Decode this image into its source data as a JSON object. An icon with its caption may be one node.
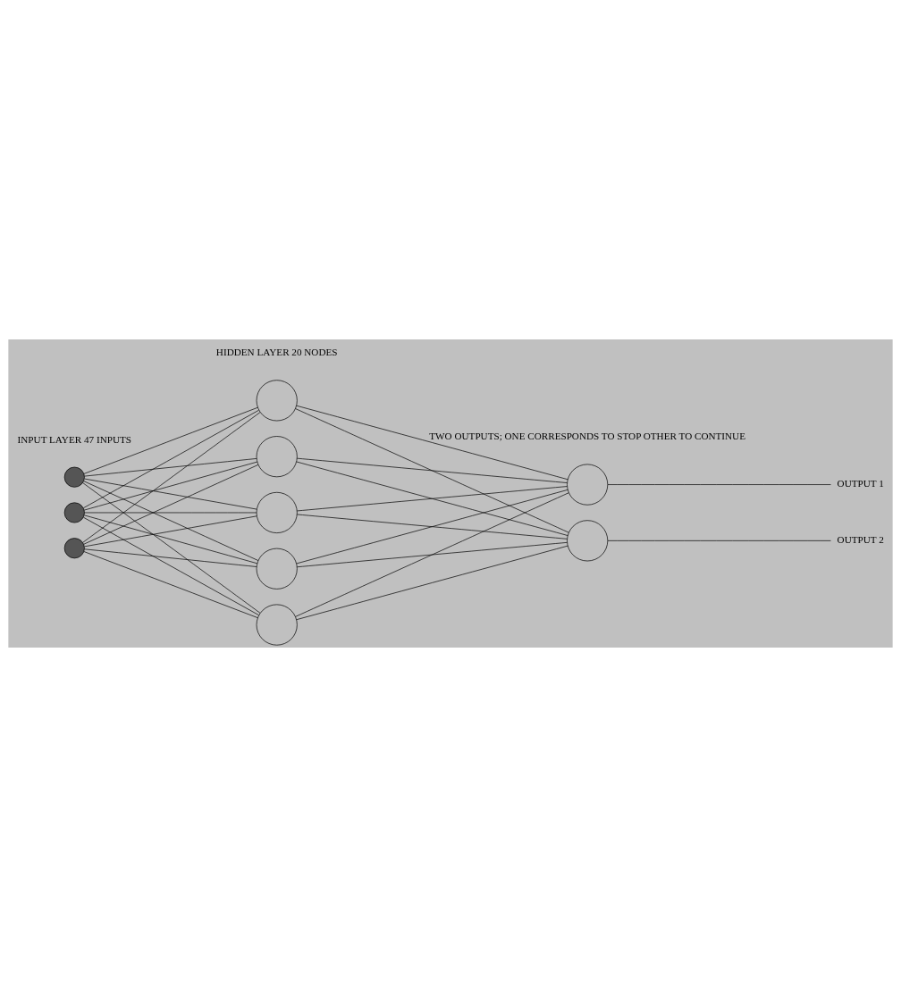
{
  "diagram": {
    "nodes": [
      {
        "text": [],
        "shape": "circle"
      },
      {
        "text": [],
        "shape": "circle"
      },
      {
        "text": [],
        "shape": "circle"
      },
      {
        "text": [],
        "shape": "circle"
      },
      {
        "text": [],
        "shape": "circle"
      },
      {
        "text": [],
        "shape": "circle"
      },
      {
        "text": [],
        "shape": "circle"
      },
      {
        "text": [],
        "shape": "circle"
      },
      {
        "text": [],
        "shape": "circle"
      },
      {
        "text": [],
        "shape": "circle"
      },
      {
        "text": [
          "OUTPUT 1"
        ]
      },
      {
        "text": [
          "OUTPUT 2"
        ]
      }
    ],
    "edges": [
      {
        "from": 0,
        "to": 3,
        "arrow": "none"
      },
      {
        "from": 0,
        "to": 4,
        "arrow": "none"
      },
      {
        "from": 0,
        "to": 5,
        "arrow": "none"
      },
      {
        "from": 0,
        "to": 6,
        "arrow": "none"
      },
      {
        "from": 0,
        "to": 7,
        "arrow": "none"
      },
      {
        "from": 1,
        "to": 3,
        "arrow": "none"
      },
      {
        "from": 1,
        "to": 4,
        "arrow": "none"
      },
      {
        "from": 1,
        "to": 5,
        "arrow": "none"
      },
      {
        "from": 1,
        "to": 6,
        "arrow": "none"
      },
      {
        "from": 1,
        "to": 7,
        "arrow": "none"
      },
      {
        "from": 2,
        "to": 3,
        "arrow": "none"
      },
      {
        "from": 2,
        "to": 4,
        "arrow": "none"
      },
      {
        "from": 2,
        "to": 5,
        "arrow": "none"
      },
      {
        "from": 2,
        "to": 6,
        "arrow": "none"
      },
      {
        "from": 2,
        "to": 7,
        "arrow": "none"
      },
      {
        "from": 3,
        "to": 8,
        "arrow": "none"
      },
      {
        "from": 3,
        "to": 9,
        "arrow": "none"
      },
      {
        "from": 4,
        "to": 8,
        "arrow": "none"
      },
      {
        "from": 4,
        "to": 9,
        "arrow": "none"
      },
      {
        "from": 5,
        "to": 8,
        "arrow": "none"
      },
      {
        "from": 5,
        "to": 9,
        "arrow": "none"
      },
      {
        "from": 6,
        "to": 8,
        "arrow": "none"
      },
      {
        "from": 6,
        "to": 9,
        "arrow": "none"
      },
      {
        "from": 7,
        "to": 8,
        "arrow": "none"
      },
      {
        "from": 7,
        "to": 9,
        "arrow": "none"
      },
      {
        "from": 8,
        "to": 10,
        "arrow": "none"
      },
      {
        "from": 9,
        "to": 11,
        "arrow": "none"
      }
    ],
    "labels": [
      "INPUT LAYER 47 INPUTS",
      "HIDDEN LAYER 20 NODES",
      "TWO OUTPUTS; ONE CORRESPONDS TO STOP OTHER TO CONTINUE"
    ]
  }
}
